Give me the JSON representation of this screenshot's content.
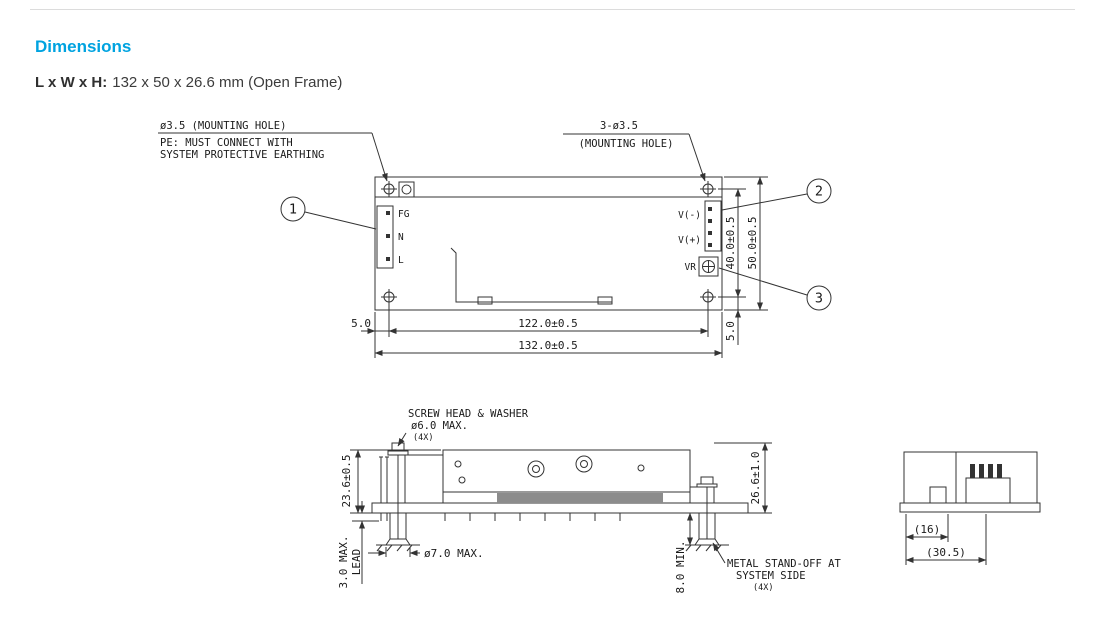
{
  "header": {
    "title": "Dimensions",
    "size_label": "L x W x H:",
    "size_value": "132 x 50 x 26.6 mm (Open Frame)"
  },
  "top_view": {
    "note_pe_hole": "ø3.5 (MOUNTING HOLE)",
    "note_pe_1": "PE: MUST CONNECT WITH",
    "note_pe_2": "SYSTEM PROTECTIVE EARTHING",
    "note_mh_1": "3-ø3.5",
    "note_mh_2": "(MOUNTING HOLE)",
    "pins": {
      "fg": "FG",
      "n": "N",
      "l": "L",
      "vminus": "V(-)",
      "vplus": "V(+)",
      "vr": "VR"
    },
    "callout_1": "1",
    "callout_2": "2",
    "callout_3": "3",
    "dim_40": "40.0±0.5",
    "dim_50": "50.0±0.5",
    "dim_5_left": "5.0",
    "dim_122": "122.0±0.5",
    "dim_132": "132.0±0.5",
    "dim_5_right": "5.0"
  },
  "side_view": {
    "note_screw_1": "SCREW HEAD & WASHER",
    "note_screw_2": "ø6.0 MAX.",
    "note_screw_3": "(4X)",
    "dim_236": "23.6±0.5",
    "dim_266": "26.6±1.0",
    "dim_30_1": "3.0 MAX.",
    "dim_30_2": "LEAD",
    "dim_70": "ø7.0 MAX.",
    "dim_80": "8.0 MIN.",
    "note_standoff_1": "METAL STAND-OFF AT",
    "note_standoff_2": "SYSTEM SIDE",
    "note_standoff_3": "(4X)"
  },
  "end_view": {
    "dim_16": "(16)",
    "dim_305": "(30.5)"
  }
}
